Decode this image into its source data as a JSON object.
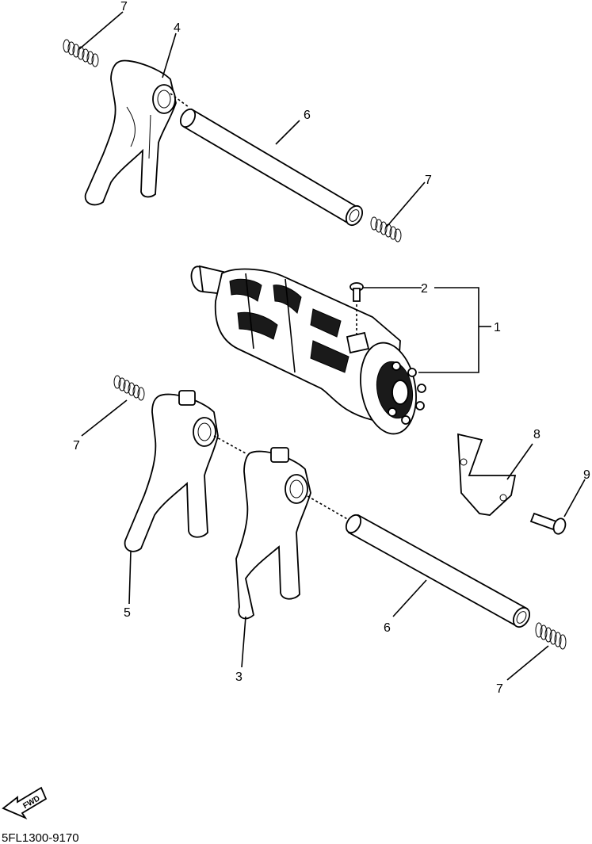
{
  "diagram": {
    "callouts": {
      "c1": "1",
      "c2": "2",
      "c3": "3",
      "c4": "4",
      "c5": "5",
      "c6a": "6",
      "c6b": "6",
      "c7a": "7",
      "c7b": "7",
      "c7c": "7",
      "c7d": "7",
      "c8": "8",
      "c9": "9"
    },
    "direction_marker": "FWD",
    "drawing_code": "5FL1300-9170"
  }
}
